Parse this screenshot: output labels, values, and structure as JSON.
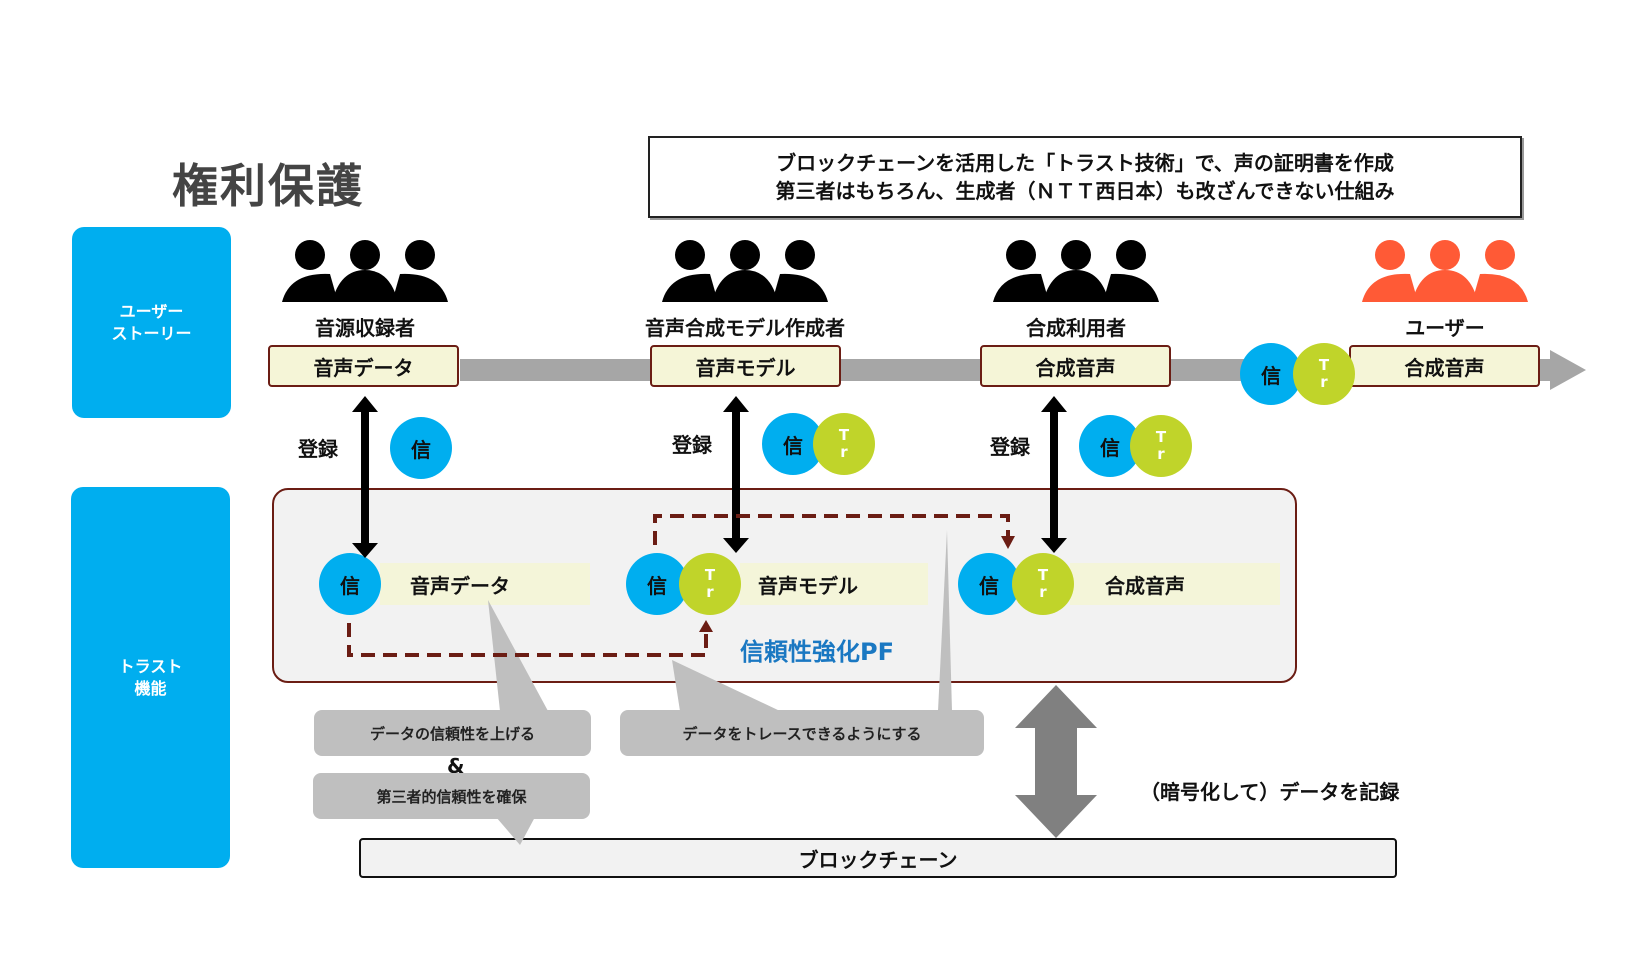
{
  "title": "権利保護",
  "note": {
    "line1": "ブロックチェーンを活用した「トラスト技術」で、声の証明書を作成",
    "line2": "第三者はもちろん、生成者（ＮＴＴ西日本）も改ざんできない仕組み"
  },
  "side_labels": {
    "user_story": [
      "ユーザー",
      "ストーリー"
    ],
    "trust_function": [
      "トラスト",
      "機能"
    ]
  },
  "story": [
    {
      "role": "音源収録者",
      "data": "音声データ",
      "people_color": "#000000"
    },
    {
      "role": "音声合成モデル作成者",
      "data": "音声モデル",
      "people_color": "#000000"
    },
    {
      "role": "合成利用者",
      "data": "合成音声",
      "people_color": "#000000"
    },
    {
      "role": "ユーザー",
      "data": "合成音声",
      "people_color": "#ff5a36"
    }
  ],
  "register_label": "登録",
  "badges": {
    "shin": "信",
    "tr_top": "T",
    "tr_bottom": "r"
  },
  "platform": {
    "label": "信頼性強化PF",
    "items": [
      "音声データ",
      "音声モデル",
      "合成音声"
    ]
  },
  "callouts": {
    "reliability": "データの信頼性を上げる",
    "ampersand": "&",
    "third_party": "第三者的信頼性を確保",
    "trace": "データをトレースできるようにする"
  },
  "record_label": "（暗号化して）データを記録",
  "blockchain": "ブロックチェーン",
  "colors": {
    "blue": "#00aeef",
    "green": "#c0d42a",
    "maroon": "#6b1d14",
    "orange": "#ff5a36",
    "pf_text": "#1a78c2"
  }
}
